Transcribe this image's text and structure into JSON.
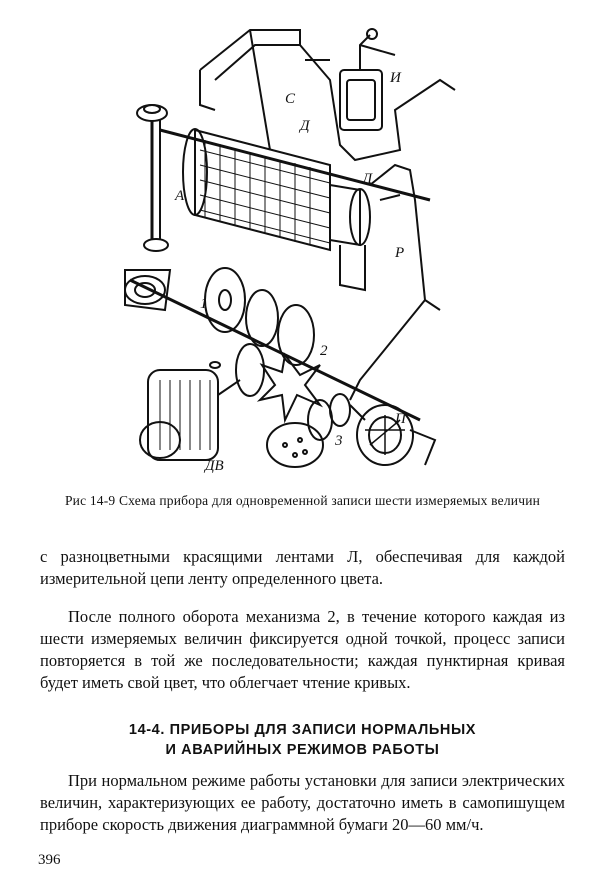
{
  "figure": {
    "labels": {
      "i": "И",
      "s": "С",
      "d": "Д",
      "l": "Л",
      "a": "А",
      "r": "Р",
      "n1": "1",
      "n2": "2",
      "n3": "3",
      "p": "П",
      "dv": "ДВ"
    },
    "caption": "Рис 14-9 Схема прибора для одновременной записи шести измеряемых величин"
  },
  "text": {
    "para1": "с разноцветными красящими лентами Л, обеспечивая для каждой измерительной цепи ленту определенного цвета.",
    "para2": "После полного оборота механизма 2, в течение которого каждая из шести измеряемых величин фиксируется одной точкой, процесс записи повторяется в той же последовательности; каждая пунктирная кривая будет иметь свой цвет, что облегчает чтение кривых.",
    "heading_line1": "14-4. ПРИБОРЫ ДЛЯ ЗАПИСИ НОРМАЛЬНЫХ",
    "heading_line2": "И АВАРИЙНЫХ РЕЖИМОВ РАБОТЫ",
    "para3": "При нормальном режиме работы установки для записи электрических величин, характеризующих ее работу, достаточно иметь в самопишущем приборе скорость движения диаграммной бумаги 20—60 мм/ч."
  },
  "page_number": "396"
}
